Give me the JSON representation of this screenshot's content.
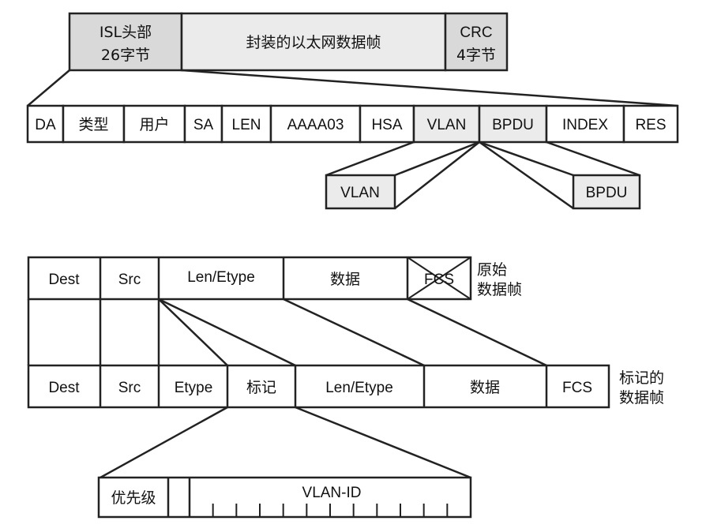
{
  "isl_frame": {
    "header": {
      "line1": "ISL头部",
      "line2": "26字节"
    },
    "payload": "封装的以太网数据帧",
    "crc": {
      "line1": "CRC",
      "line2": "4字节"
    }
  },
  "isl_header_fields": [
    "DA",
    "类型",
    "用户",
    "SA",
    "LEN",
    "AAAA03",
    "HSA",
    "VLAN",
    "BPDU",
    "INDEX",
    "RES"
  ],
  "isl_expanded": {
    "vlan": "VLAN",
    "bpdu": "BPDU"
  },
  "original_frame": {
    "fields": [
      "Dest",
      "Src",
      "Len/Etype",
      "数据",
      "FCS"
    ],
    "label_line1": "原始",
    "label_line2": "数据帧"
  },
  "tagged_frame": {
    "fields": [
      "Dest",
      "Src",
      "Etype",
      "标记",
      "Len/Etype",
      "数据",
      "FCS"
    ],
    "label_line1": "标记的",
    "label_line2": "数据帧"
  },
  "tag_detail": {
    "priority": "优先级",
    "vlan_id": "VLAN-ID",
    "vlan_id_bits": 12
  }
}
